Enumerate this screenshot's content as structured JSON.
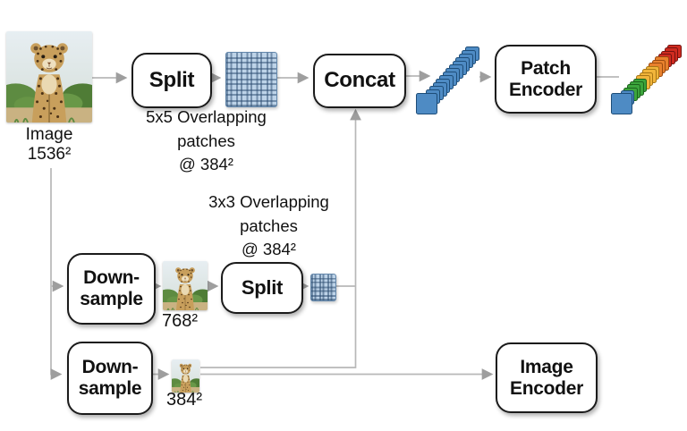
{
  "figure": {
    "input": {
      "caption_line1": "Image",
      "caption_line2": "1536²"
    },
    "top_branch": {
      "split_label": "Split",
      "patches_caption": {
        "line1": "5x5 Overlapping",
        "line2": "patches",
        "line3": "@ 384²"
      }
    },
    "mid_branch": {
      "downsample_line1": "Down-",
      "downsample_line2": "sample",
      "image_caption": "768²",
      "split_label": "Split",
      "patches_caption": {
        "line1": "3x3 Overlapping",
        "line2": "patches",
        "line3": "@ 384²"
      }
    },
    "bottom_branch": {
      "downsample_line1": "Down-",
      "downsample_line2": "sample",
      "image_caption": "384²"
    },
    "concat_label": "Concat",
    "patch_encoder": {
      "line1": "Patch",
      "line2": "Encoder"
    },
    "image_encoder": {
      "line1": "Image",
      "line2": "Encoder"
    }
  },
  "token_stacks": {
    "concat_output": {
      "count": 15,
      "fill": "#4e8bc4",
      "edge": "#1e4d78"
    },
    "encoder_output": {
      "segments": [
        {
          "fill": "#4e8bc4",
          "edge": "#1e4d78",
          "count": 3
        },
        {
          "fill": "#3ca53c",
          "edge": "#1c641c",
          "count": 4
        },
        {
          "fill": "#f1b53b",
          "edge": "#a87615",
          "count": 4
        },
        {
          "fill": "#e8812d",
          "edge": "#9a4a10",
          "count": 3
        },
        {
          "fill": "#cf2b20",
          "edge": "#751310",
          "count": 4
        }
      ]
    }
  },
  "edges": [
    "input-image -> split-top",
    "split-top -> patches-5x5",
    "patches-5x5 -> concat",
    "input-image -> downsample-mid",
    "input-image -> downsample-bottom",
    "downsample-mid -> image-768",
    "image-768 -> split-mid",
    "split-mid -> patches-3x3",
    "patches-3x3 -> concat",
    "image-384 -> concat",
    "concat -> concat-token-stack",
    "concat-token-stack -> patch-encoder",
    "patch-encoder -> encoded-token-stack",
    "downsample-bottom -> image-384",
    "image-384 -> image-encoder"
  ],
  "palette": {
    "connector_gray": "#b8b8b8",
    "arrowhead_gray": "#9e9e9e",
    "box_border": "#1b1b1b",
    "grid_fill": "#bdd3e8",
    "grid_stripe": "#2c4c70"
  }
}
